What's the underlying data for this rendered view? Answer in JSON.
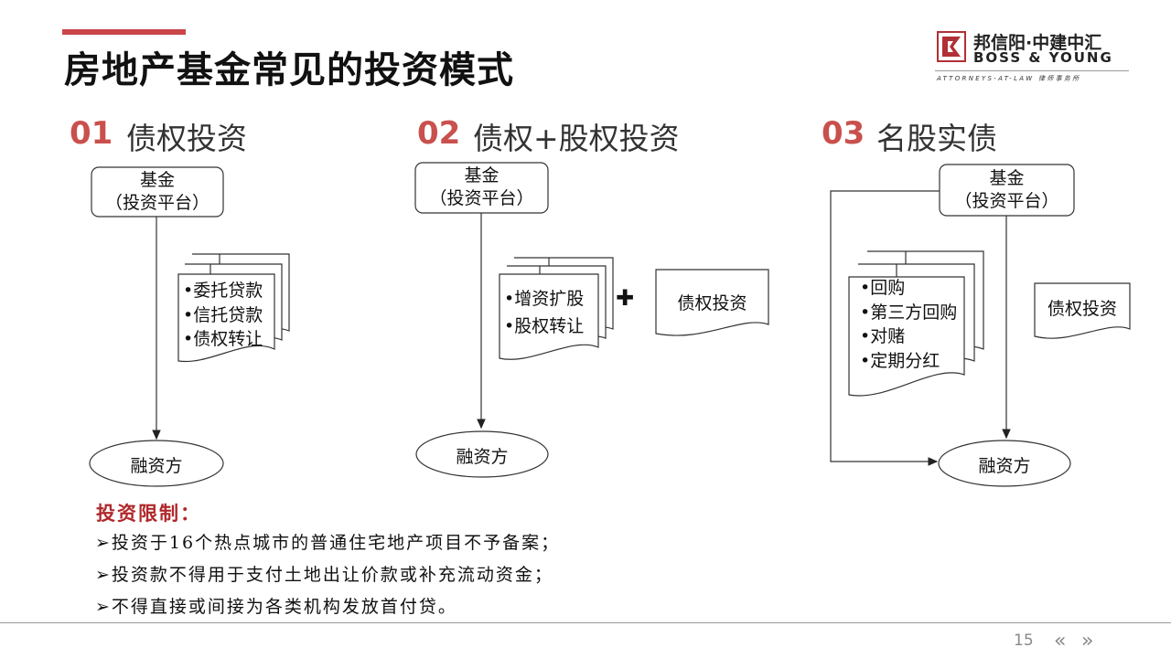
{
  "title": "房地产基金常见的投资模式",
  "logo": {
    "cn": "邦信阳·中建中汇",
    "en": "BOSS & YOUNG",
    "sub": "ATTORNEYS-AT-LAW 律师事务所"
  },
  "sections": [
    {
      "num": "01",
      "title": "债权投资",
      "fund": [
        "基金",
        "（投资平台）"
      ],
      "docs": [
        "•委托贷款",
        "•信托贷款",
        "•债权转让"
      ],
      "target": "融资方"
    },
    {
      "num": "02",
      "title": "债权+股权投资",
      "fund": [
        "基金",
        "（投资平台）"
      ],
      "docs": [
        "•增资扩股",
        "•股权转让"
      ],
      "plus": "✚",
      "extra": "债权投资",
      "target": "融资方"
    },
    {
      "num": "03",
      "title": "名股实债",
      "fund": [
        "基金",
        "（投资平台）"
      ],
      "docs": [
        "•回购",
        "•第三方回购",
        "•对赌",
        "•定期分红"
      ],
      "extra": "债权投资",
      "target": "融资方"
    }
  ],
  "limits": {
    "title": "投资限制：",
    "items": [
      "➢投资于16个热点城市的普通住宅地产项目不予备案；",
      "➢投资款不得用于支付土地出让价款或补充流动资金；",
      "➢不得直接或间接为各类机构发放首付贷。"
    ]
  },
  "footer": {
    "page": "15",
    "prev": "«",
    "next": "»"
  }
}
